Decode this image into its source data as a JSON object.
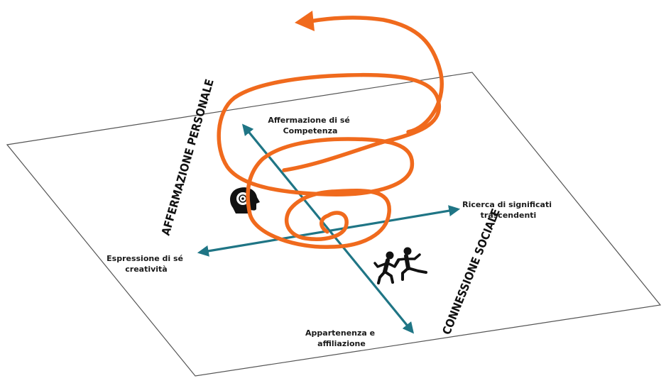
{
  "diagram": {
    "axis_top": [
      "Affermazione di sé",
      "Competenza"
    ],
    "axis_bottom": [
      "Appartenenza e",
      "affiliazione"
    ],
    "axis_left": [
      "Espressione di sé",
      "creatività"
    ],
    "axis_right": [
      "Ricerca di significati",
      "trascendenti"
    ],
    "side_label_left": "AFFERMAZIONE PERSONALE",
    "side_label_right": "CONNESSIONE SOCIALE",
    "icons": [
      "head-brain-icon",
      "people-running-icon"
    ],
    "colors": {
      "axis": "#1f7585",
      "spiral": "#f06a1d",
      "plane": "#555555"
    }
  }
}
